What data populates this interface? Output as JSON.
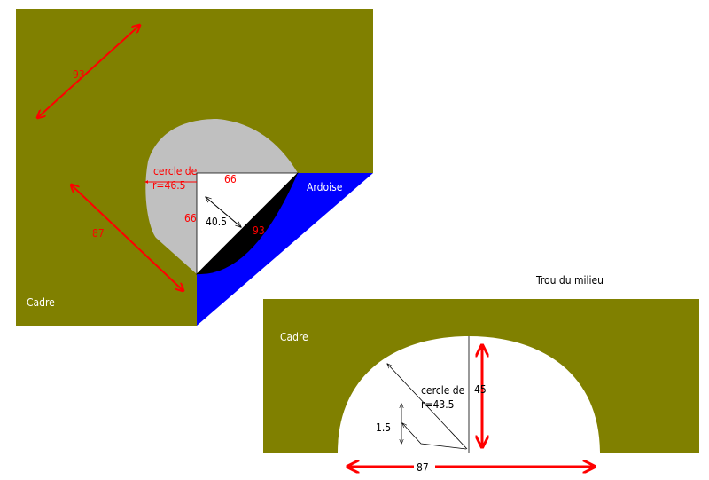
{
  "colors": {
    "frame": "#808000",
    "slate": "#0000ff",
    "quarter_circle": "#c0c0c0",
    "black_segment": "#000000",
    "dimension": "#ff0000",
    "hole": "#ffffff"
  },
  "diagram1": {
    "label_cadre": "Cadre",
    "label_ardoise": "Ardoise",
    "dim_frame_top": "93",
    "dim_frame_left": "87",
    "circle_label_line1": "cercle de",
    "circle_label_line2": "r=46.5",
    "side_top": "66",
    "side_left": "66",
    "inner_diag": "40.5",
    "hypotenuse": "93"
  },
  "diagram2": {
    "title": "Trou du milieu",
    "label_cadre": "Cadre",
    "circle_label_line1": "cercle de",
    "circle_label_line2": "r=43.5",
    "height": "45",
    "offset": "1.5",
    "width": "87"
  }
}
